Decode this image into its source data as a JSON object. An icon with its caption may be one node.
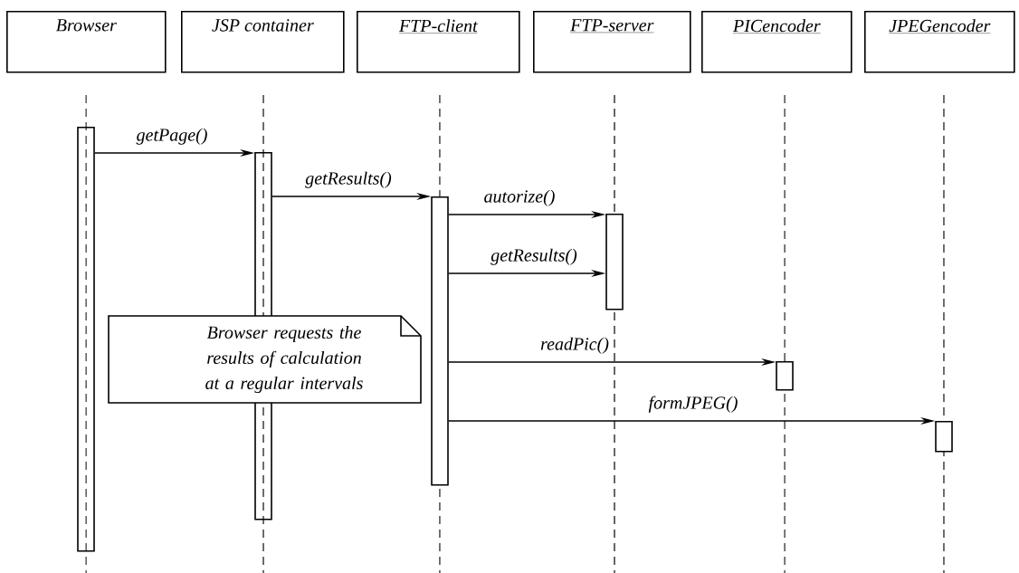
{
  "diagram": {
    "nodes": [
      {
        "text": [
          "Browser"
        ]
      },
      {
        "text": [
          "JSP container"
        ]
      },
      {
        "text": [
          "FTP-client"
        ]
      },
      {
        "text": [
          "FTP-server"
        ]
      },
      {
        "text": [
          "PICencoder"
        ]
      },
      {
        "text": [
          "JPEGencoder"
        ]
      },
      {
        "text": [],
        "shape": "bar"
      },
      {
        "text": [],
        "shape": "bar"
      },
      {
        "text": [],
        "shape": "bar"
      },
      {
        "text": [],
        "shape": "bar"
      },
      {
        "text": [],
        "shape": "bar"
      },
      {
        "text": [],
        "shape": "bar"
      },
      {
        "text": [
          "Browser requests the results of calculation at a regular intervals"
        ]
      }
    ],
    "edges": [
      {
        "from": 6,
        "to": 7,
        "arrow": "to",
        "label": "getPage()"
      },
      {
        "from": 7,
        "to": 8,
        "arrow": "to",
        "label": "getResults()"
      },
      {
        "from": 8,
        "to": 9,
        "arrow": "to",
        "label": "autorize()"
      },
      {
        "from": 8,
        "to": 9,
        "arrow": "to",
        "label": "getResults()"
      },
      {
        "from": 8,
        "to": 10,
        "arrow": "to",
        "label": "readPic()"
      },
      {
        "from": 8,
        "to": 11,
        "arrow": "to",
        "label": "formJPEG()"
      }
    ]
  }
}
